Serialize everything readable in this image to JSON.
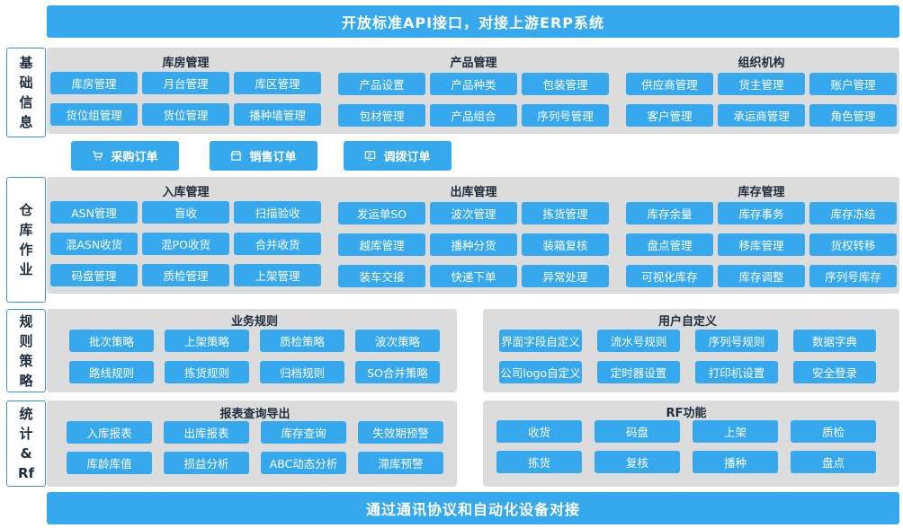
{
  "top_banner": "开放标准API接口，对接上游ERP系统",
  "bottom_banner": "通过通讯协议和自动化设备对接",
  "sections": {
    "basic": {
      "label": [
        "基",
        "础",
        "信",
        "息"
      ],
      "groups": [
        {
          "title": "库房管理",
          "items": [
            "库房管理",
            "月台管理",
            "库区管理",
            "货位组管理",
            "货位管理",
            "播种墙管理"
          ]
        },
        {
          "title": "产品管理",
          "items": [
            "产品设置",
            "产品种类",
            "包装管理",
            "包材管理",
            "产品组合",
            "序列号管理"
          ]
        },
        {
          "title": "组织机构",
          "items": [
            "供应商管理",
            "货主管理",
            "账户管理",
            "客户管理",
            "承运商管理",
            "角色管理"
          ]
        }
      ]
    },
    "orders": [
      {
        "label": "采购订单",
        "icon": "cart-icon"
      },
      {
        "label": "销售订单",
        "icon": "store-icon"
      },
      {
        "label": "调拨订单",
        "icon": "monitor-icon"
      }
    ],
    "warehouse": {
      "label": [
        "仓",
        "库",
        "作",
        "业"
      ],
      "groups": [
        {
          "title": "入库管理",
          "items": [
            "ASN管理",
            "盲收",
            "扫描验收",
            "混ASN收货",
            "混PO收货",
            "合并收货",
            "码盘管理",
            "质检管理",
            "上架管理"
          ]
        },
        {
          "title": "出库管理",
          "items": [
            "发运单SO",
            "波次管理",
            "拣货管理",
            "越库管理",
            "播种分货",
            "装箱复核",
            "装车交接",
            "快递下单",
            "异常处理"
          ]
        },
        {
          "title": "库存管理",
          "items": [
            "库存余量",
            "库存事务",
            "库存冻结",
            "盘点管理",
            "移库管理",
            "货权转移",
            "可视化库存",
            "库存调整",
            "序列号库存"
          ]
        }
      ]
    },
    "rules": {
      "label": [
        "规",
        "则",
        "策",
        "略"
      ],
      "groups": [
        {
          "title": "业务规则",
          "items": [
            "批次策略",
            "上架策略",
            "质检策略",
            "波次策略",
            "路线规则",
            "拣货规则",
            "归档规则",
            "SO合并策略"
          ]
        },
        {
          "title": "用户自定义",
          "items": [
            "界面字段自定义",
            "流水号规则",
            "序列号规则",
            "数据字典",
            "公司logo自定义",
            "定时器设置",
            "打印机设置",
            "安全登录"
          ]
        }
      ]
    },
    "stats": {
      "label": [
        "统",
        "计",
        "&",
        "Rf"
      ],
      "groups": [
        {
          "title": "报表查询导出",
          "items": [
            "入库报表",
            "出库报表",
            "库存查询",
            "失效期预警",
            "库龄库值",
            "损益分析",
            "ABC动态分析",
            "滞库预警"
          ]
        },
        {
          "title": "RF功能",
          "items": [
            "收货",
            "码盘",
            "上架",
            "质检",
            "拣货",
            "复核",
            "播种",
            "盘点"
          ]
        }
      ]
    }
  }
}
